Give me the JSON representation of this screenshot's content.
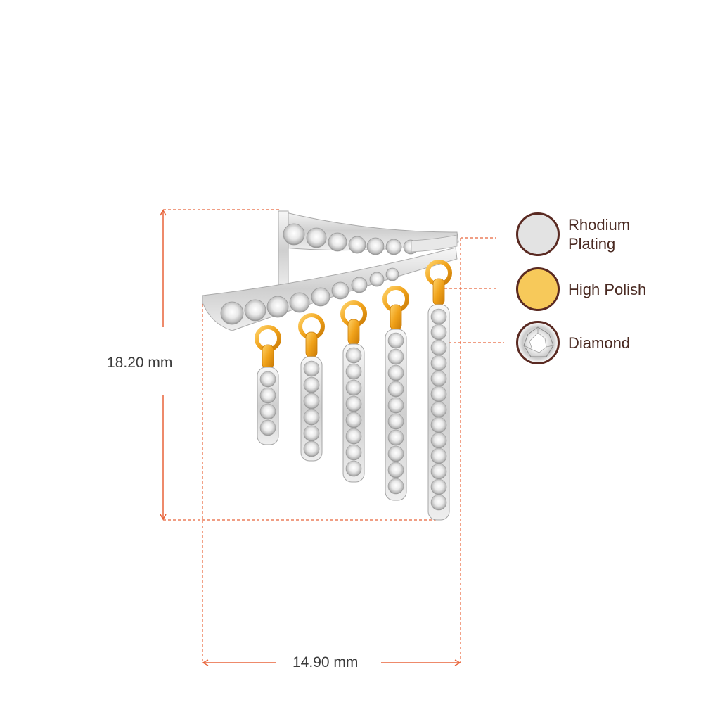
{
  "dimensions": {
    "height_label": "18.20 mm",
    "width_label": "14.90 mm"
  },
  "legend": [
    {
      "label": "Rhodium Plating",
      "color": "#e3e3e3",
      "icon": "rhodium-swatch"
    },
    {
      "label": "High Polish",
      "color": "#f7c95a",
      "icon": "gold-swatch"
    },
    {
      "label": "Diamond",
      "color": "#d9d9d9",
      "icon": "diamond-swatch"
    }
  ],
  "colors": {
    "dimension_line": "#e8643a",
    "legend_border": "#5a2a22",
    "legend_text": "#4a2a22",
    "gold": "#f4a81d",
    "silver": "#d7d7d7"
  }
}
